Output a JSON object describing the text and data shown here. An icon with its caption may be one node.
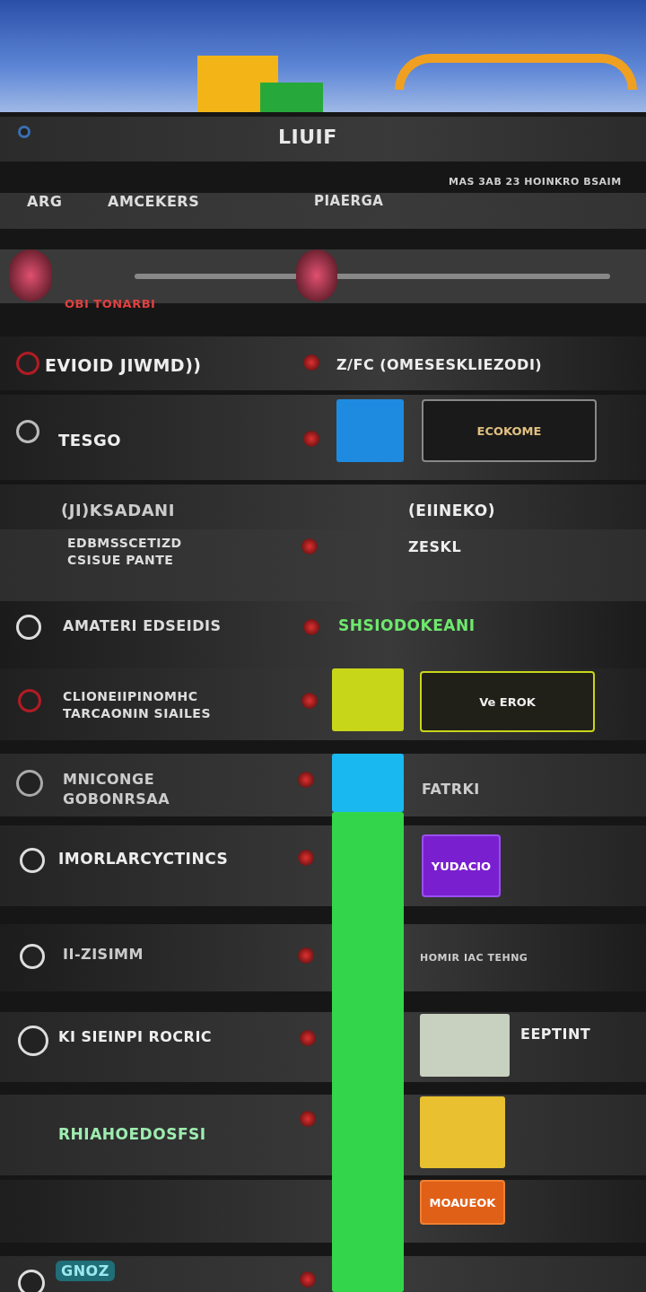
{
  "diagram": {
    "nodes": [
      {
        "text": [
          "ECOKOME"
        ]
      },
      {
        "text": [
          "Ve EROK"
        ]
      },
      {
        "text": [
          "YUDACIO"
        ]
      },
      {
        "text": [
          "MOAUEOK"
        ]
      },
      {
        "text": [],
        "shape": "box"
      },
      {
        "text": [],
        "shape": "box"
      },
      {
        "text": [],
        "shape": "box"
      },
      {
        "text": [],
        "shape": "box"
      },
      {
        "text": [],
        "shape": "box"
      },
      {
        "text": [],
        "shape": "box"
      }
    ],
    "labels": [
      "LIUIF",
      "MAS 3AB 23 HOINKRO BSAIM",
      "ARG",
      "AMCEKERS",
      "PIAERGA",
      "OBI TONARBI",
      "EVIOID JIWMD))",
      "Z/FC (OMESESKLIEZODI)",
      "TESGO",
      "(JI)KSADANI",
      "(EIINEKO)",
      "EDBMSSCETIZD CSISUE PANTE",
      "ZESKL",
      "AMATERI EDSEIDIS",
      "SHSIODOKEANI",
      "CLIONEIIPINOMHC TARCAONIN SIAILES",
      "MNICONGE GOBONRSAA",
      "FATRKI",
      "IMORLARCYCTINCS",
      "II-ZISIMM",
      "HOMIR IAC TEHNG",
      "KI SIEINPI ROCRIC",
      "EEPTINT",
      "RHIAHOEDOSFSI",
      "GNOZ"
    ]
  }
}
